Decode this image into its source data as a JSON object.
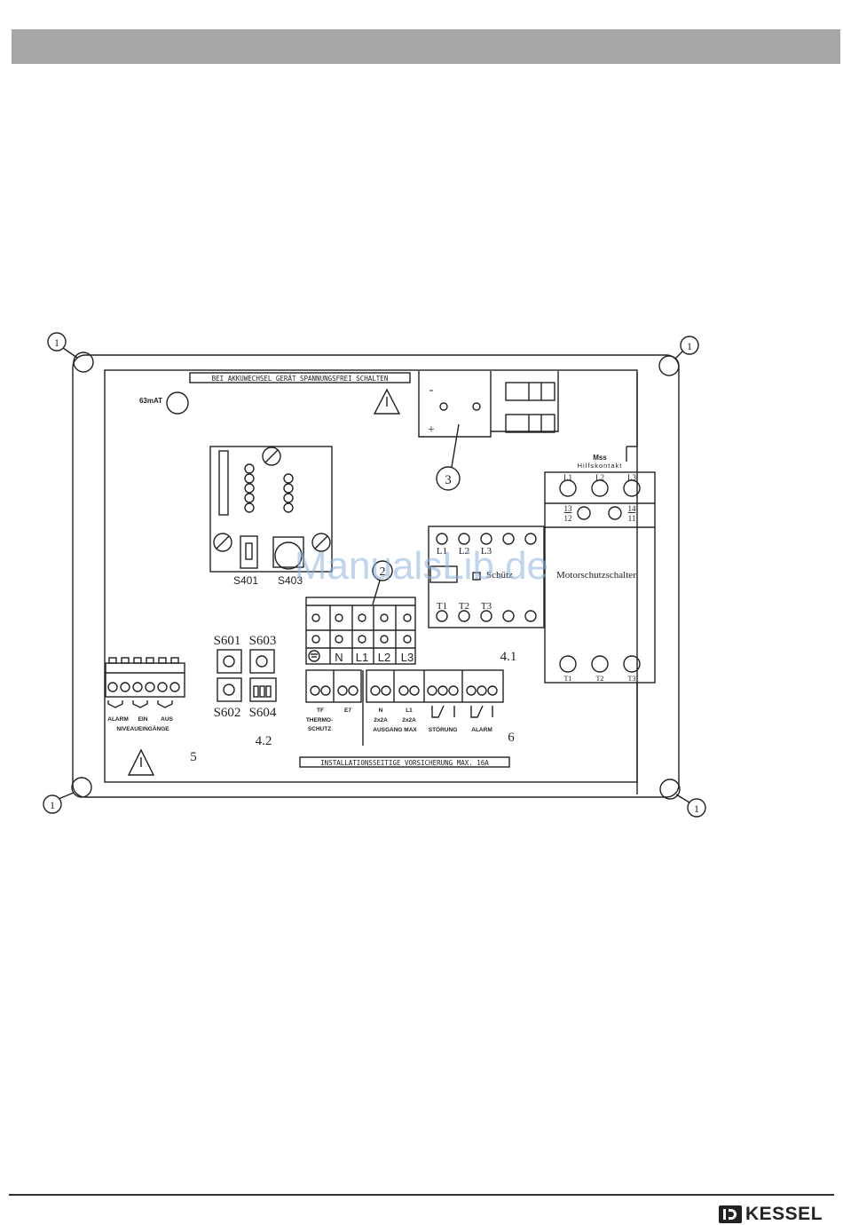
{
  "colors": {
    "header_bar": "#a7a7a7",
    "watermark": "#8ab0e0",
    "line": "#222222"
  },
  "diagram": {
    "warning_label_top": "BEI AKKUWECHSEL GERÄT SPANNUNGSFREI SCHALTEN",
    "fuse_label": "63mAT",
    "battery_minus": "-",
    "battery_plus": "+",
    "callout_1": "1",
    "callout_2": "2",
    "callout_3": "3",
    "switch_s401": "S401",
    "switch_s403": "S403",
    "switch_s601": "S601",
    "switch_s602": "S602",
    "switch_s603": "S603",
    "switch_s604": "S604",
    "mss_title": "Mss",
    "mss_sub": "Hilfskontakt",
    "mss_l1": "L1",
    "mss_l2": "L2",
    "mss_l3": "L3",
    "mss_13": "13",
    "mss_12": "12",
    "mss_14": "14",
    "mss_11": "11",
    "mss_name": "Motorschutzschalter",
    "mss_t1": "T1",
    "mss_t2": "T2",
    "mss_t3": "T3",
    "sch_l1": "L1",
    "sch_l2": "L2",
    "sch_l3": "L3",
    "sch_name": "Schütz",
    "sch_t1": "T1",
    "sch_t2": "T2",
    "sch_t3": "T3",
    "mains_n": "N",
    "mains_l1": "L1",
    "mains_l2": "L2",
    "mains_l3": "L3",
    "lbl_4_1": "4.1",
    "lbl_4_2": "4.2",
    "lbl_5": "5",
    "lbl_6": "6",
    "input_alarm": "ALARM",
    "input_ein": "EIN",
    "input_aus": "AUS",
    "input_caption": "NIVEAUEINGÄNGE",
    "term_tf": "TF",
    "term_e7": "E7",
    "term_thermo1": "THERMO-",
    "term_thermo2": "SCHUTZ",
    "term_n": "N",
    "term_l1": "L1",
    "term_2x2a_1": "2x2A",
    "term_2x2a_2": "2x2A",
    "term_ausgang": "AUSGANG MAX",
    "term_stoerung": "STÖRUNG",
    "term_alarm": "ALARM",
    "fuse_note": "INSTALLATIONSSEITIGE VORSICHERUNG MAX. 16A",
    "watermark": "ManualsLib.de"
  },
  "footer": {
    "brand": "KESSEL"
  }
}
